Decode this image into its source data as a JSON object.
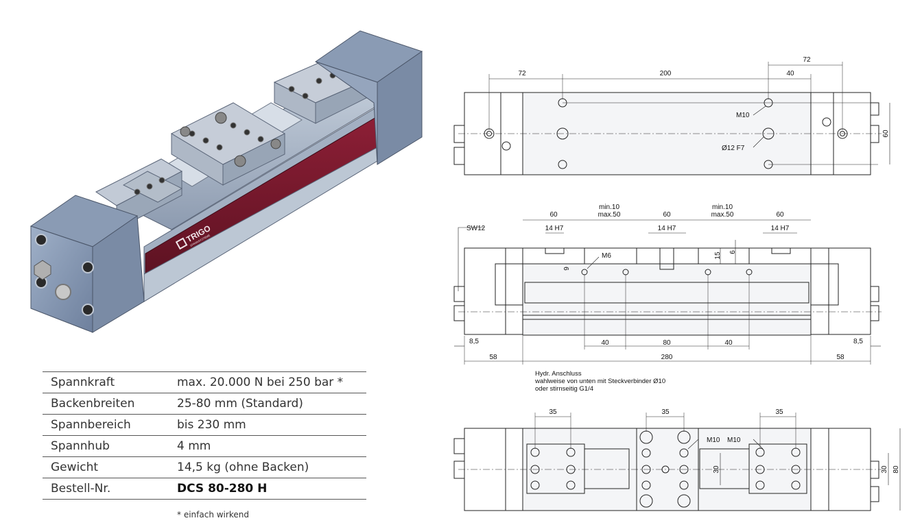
{
  "render": {
    "brand_logo": "TRIGO",
    "brand_sub": "SPANNSYSTEME"
  },
  "specs": [
    {
      "label": "Spannkraft",
      "value": "max. 20.000 N bei 250 bar *",
      "bold": false
    },
    {
      "label": "Backenbreiten",
      "value": "25-80 mm (Standard)",
      "bold": false
    },
    {
      "label": "Spannbereich",
      "value": "bis 230 mm",
      "bold": false
    },
    {
      "label": "Spannhub",
      "value": "4 mm",
      "bold": false
    },
    {
      "label": "Gewicht",
      "value": "14,5 kg (ohne Backen)",
      "bold": false
    },
    {
      "label": "Bestell-Nr.",
      "value": "DCS 80-280 H",
      "bold": true
    }
  ],
  "footnote": "* einfach wirkend",
  "drawing_top": {
    "dims": [
      "72",
      "200",
      "72",
      "40",
      "60"
    ],
    "labels": [
      "M10",
      "Ø12 F7"
    ]
  },
  "drawing_middle": {
    "dims_top": [
      "60",
      "min.10",
      "max.50",
      "60",
      "min.10",
      "max.50",
      "60"
    ],
    "fits": [
      "14 H7",
      "14 H7",
      "14 H7"
    ],
    "labels": [
      "SW12",
      "M6",
      "9",
      "15",
      "6"
    ],
    "dims_bottom": [
      "8,5",
      "40",
      "80",
      "40",
      "8,5",
      "58",
      "280",
      "58"
    ]
  },
  "hydraulic_note": [
    "Hydr. Anschluss",
    "wahlweise von unten mit Steckverbinder Ø10",
    "oder stirnseitig G1/4"
  ],
  "drawing_bottom": {
    "dims": [
      "35",
      "35",
      "35",
      "30",
      "30",
      "80"
    ],
    "labels": [
      "M10",
      "M10"
    ]
  }
}
